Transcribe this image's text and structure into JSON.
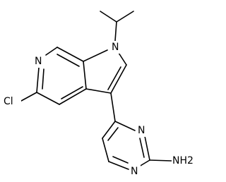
{
  "atoms": {
    "pyridine_n": "N",
    "pyrrole_n": "N",
    "chlorine": "Cl",
    "pyrimidine_n1": "N",
    "pyrimidine_n3": "N",
    "amine": "NH2"
  },
  "colors": {
    "bond": "#000000",
    "label": "#000000",
    "background": "#ffffff"
  }
}
